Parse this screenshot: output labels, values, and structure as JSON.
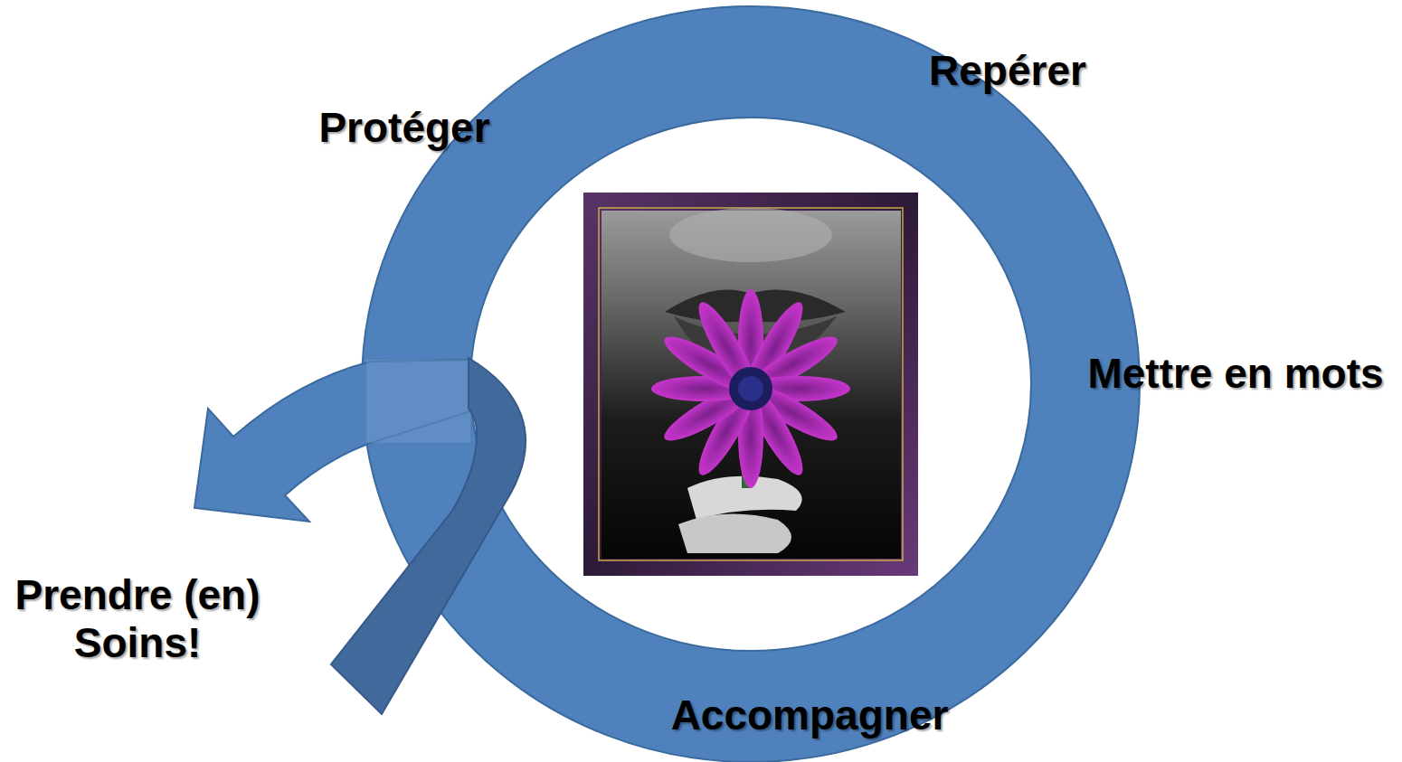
{
  "diagram": {
    "labels": [
      "Repérer",
      "Protéger",
      "Mettre en mots",
      "Prendre (en) Soins!",
      "Accompagner"
    ]
  }
}
